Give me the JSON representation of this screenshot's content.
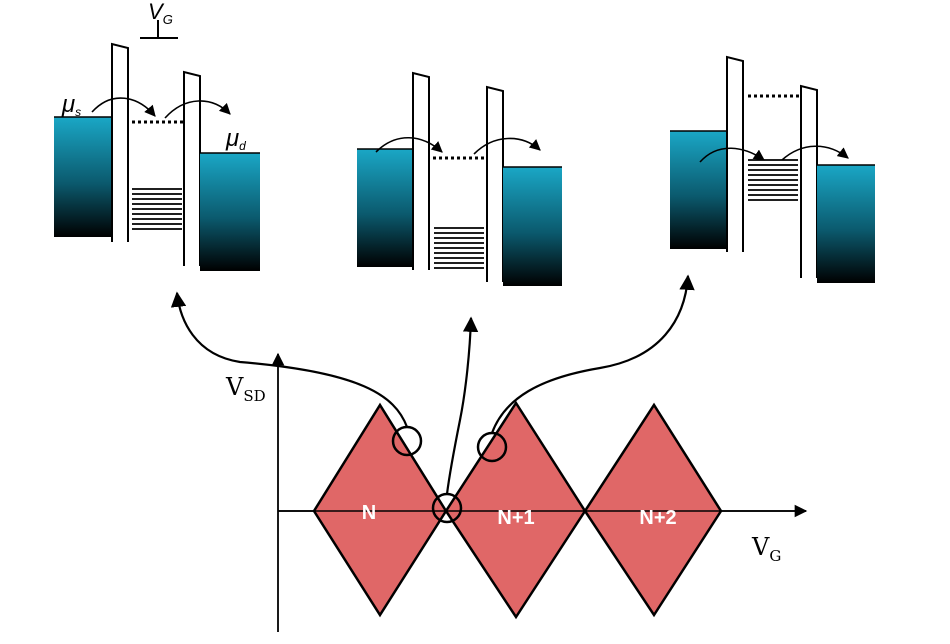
{
  "labels": {
    "gate_voltage_top": "V",
    "gate_voltage_top_sub": "G",
    "mu_source": "μ",
    "mu_source_sub": "s",
    "mu_drain": "μ",
    "mu_drain_sub": "d",
    "axis_y": "V",
    "axis_y_sub": "SD",
    "axis_x": "V",
    "axis_x_sub": "G"
  },
  "diamonds": [
    {
      "label": "N"
    },
    {
      "label": "N+1"
    },
    {
      "label": "N+2"
    }
  ],
  "colors": {
    "diamond_fill": "#e06767",
    "lead_top": "#1aa7c6",
    "lead_bottom": "#000000",
    "stroke": "#000000"
  }
}
